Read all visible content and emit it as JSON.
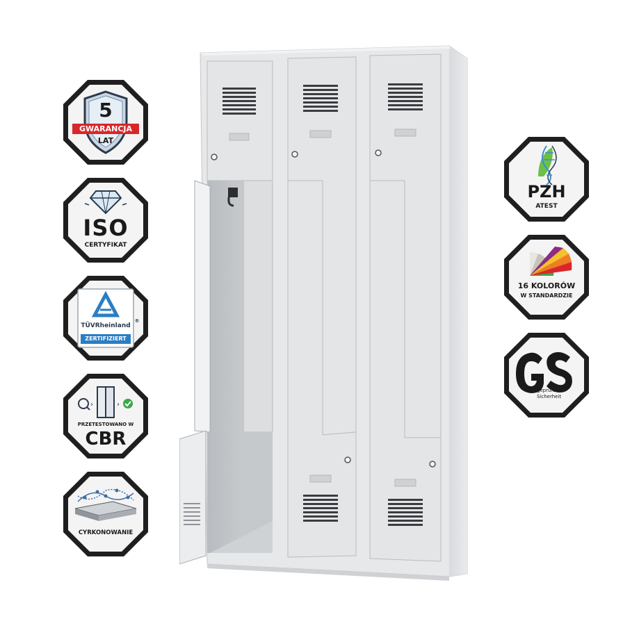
{
  "badges_left": [
    {
      "id": "gwarancja",
      "number": "5",
      "label": "GWARANCJA",
      "sub": "LAT",
      "icon": "shield-icon"
    },
    {
      "id": "iso",
      "title": "ISO",
      "sub": "CERTYFIKAT",
      "icon": "diamond-icon"
    },
    {
      "id": "tuv",
      "brand": "TÜVRheinland",
      "reg": "®",
      "sub": "ZERTIFIZIERT",
      "icon": "tuv-triangle-icon"
    },
    {
      "id": "cbr",
      "top": "PRZETESTOWANO W",
      "title": "CBR",
      "icon": "locker-test-icon"
    },
    {
      "id": "cyrkon",
      "sub": "CYRKONOWANIE",
      "icon": "layer-coating-icon"
    }
  ],
  "badges_right": [
    {
      "id": "pzh",
      "title": "PZH",
      "sub": "ATEST",
      "icon": "dna-leaf-icon"
    },
    {
      "id": "kolory",
      "title": "16 KOLORÓW",
      "sub": "W STANDARDZIE",
      "icon": "color-fan-icon"
    },
    {
      "id": "gs",
      "line1": "geprüfte",
      "line2": "Sicherheit",
      "icon": "gs-mark-icon"
    }
  ],
  "colors": {
    "badge_border": "#1f1f1f",
    "badge_fill": "#f4f4f4",
    "accent_red": "#d9262b",
    "tuv_blue": "#2a7ec4",
    "steel_light": "#e6e7e9",
    "steel_mid": "#d2d4d7",
    "steel_dark": "#a9acb0"
  }
}
